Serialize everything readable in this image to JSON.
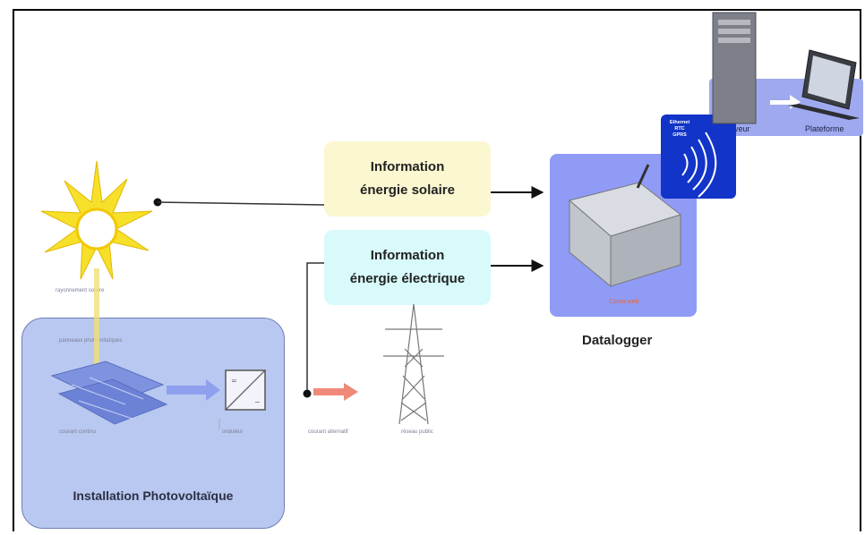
{
  "boxes": {
    "solar_info": {
      "line1": "Information",
      "line2": "énergie solaire"
    },
    "elec_info": {
      "line1": "Information",
      "line2": "énergie électrique"
    }
  },
  "installation": {
    "title": "Installation Photovoltaïque"
  },
  "datalogger": {
    "caption": "Datalogger",
    "device_tag": "Corsa web"
  },
  "network": {
    "wireless_lines": [
      "Ethernet",
      "RTC",
      "GPRS"
    ],
    "server_label": "Serveur",
    "platform_label": "Plateforme"
  },
  "tiny_labels": {
    "irradiation": "rayonnement solaire",
    "panels": "panneaux photovoltaïques",
    "dc": "courant continu",
    "inverter": "onduleur",
    "ac": "courant alternatif",
    "grid": "réseau public"
  },
  "colors": {
    "sun": "#f6e02a",
    "panel": "#7e93e0",
    "installation_bg": "#b9c8f0",
    "datalogger_bg": "#8f9bf5",
    "wireless_bg": "#1234c8",
    "ac_arrow": "#f08a78",
    "solar_box": "#fbf7d0",
    "elec_box": "#d8fafb"
  }
}
